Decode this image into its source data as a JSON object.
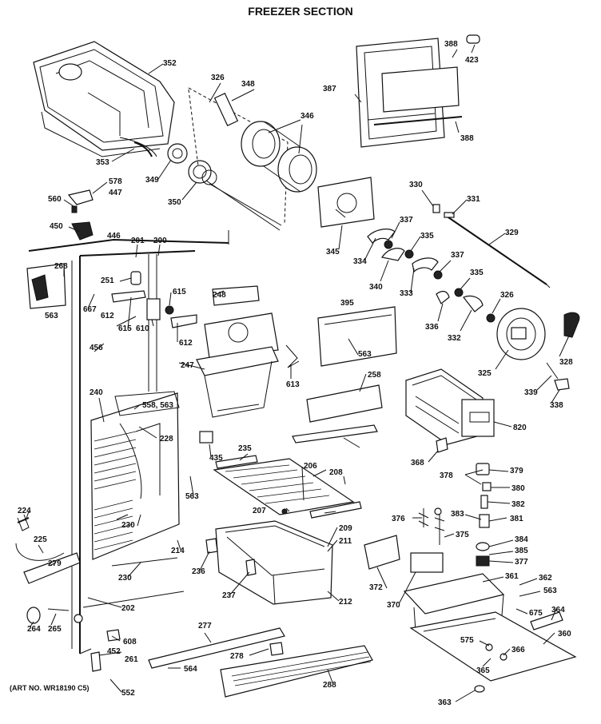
{
  "title": "FREEZER SECTION",
  "art_number": "(ART NO. WR18190 C5)",
  "labels": [
    "352",
    "326",
    "348",
    "346",
    "388",
    "423",
    "387",
    "388",
    "353",
    "349",
    "350",
    "578",
    "447",
    "560",
    "450",
    "446",
    "330",
    "331",
    "337",
    "335",
    "329",
    "345",
    "334",
    "340",
    "333",
    "337",
    "335",
    "201",
    "200",
    "268",
    "251",
    "563",
    "667",
    "612",
    "615",
    "610",
    "615",
    "612",
    "248",
    "395",
    "326",
    "336",
    "332",
    "328",
    "247",
    "563",
    "613",
    "258",
    "325",
    "339",
    "338",
    "456",
    "240",
    "558, 563",
    "228",
    "820",
    "435",
    "235",
    "206",
    "208",
    "368",
    "378",
    "379",
    "380",
    "382",
    "381",
    "383",
    "376",
    "375",
    "384",
    "385",
    "377",
    "563",
    "224",
    "230",
    "207",
    "209",
    "211",
    "225",
    "279",
    "214",
    "236",
    "230",
    "237",
    "212",
    "372",
    "370",
    "361",
    "362",
    "563",
    "675",
    "364",
    "202",
    "265",
    "264",
    "608",
    "452",
    "261",
    "552",
    "564",
    "277",
    "278",
    "575",
    "366",
    "365",
    "360",
    "288",
    "363"
  ]
}
